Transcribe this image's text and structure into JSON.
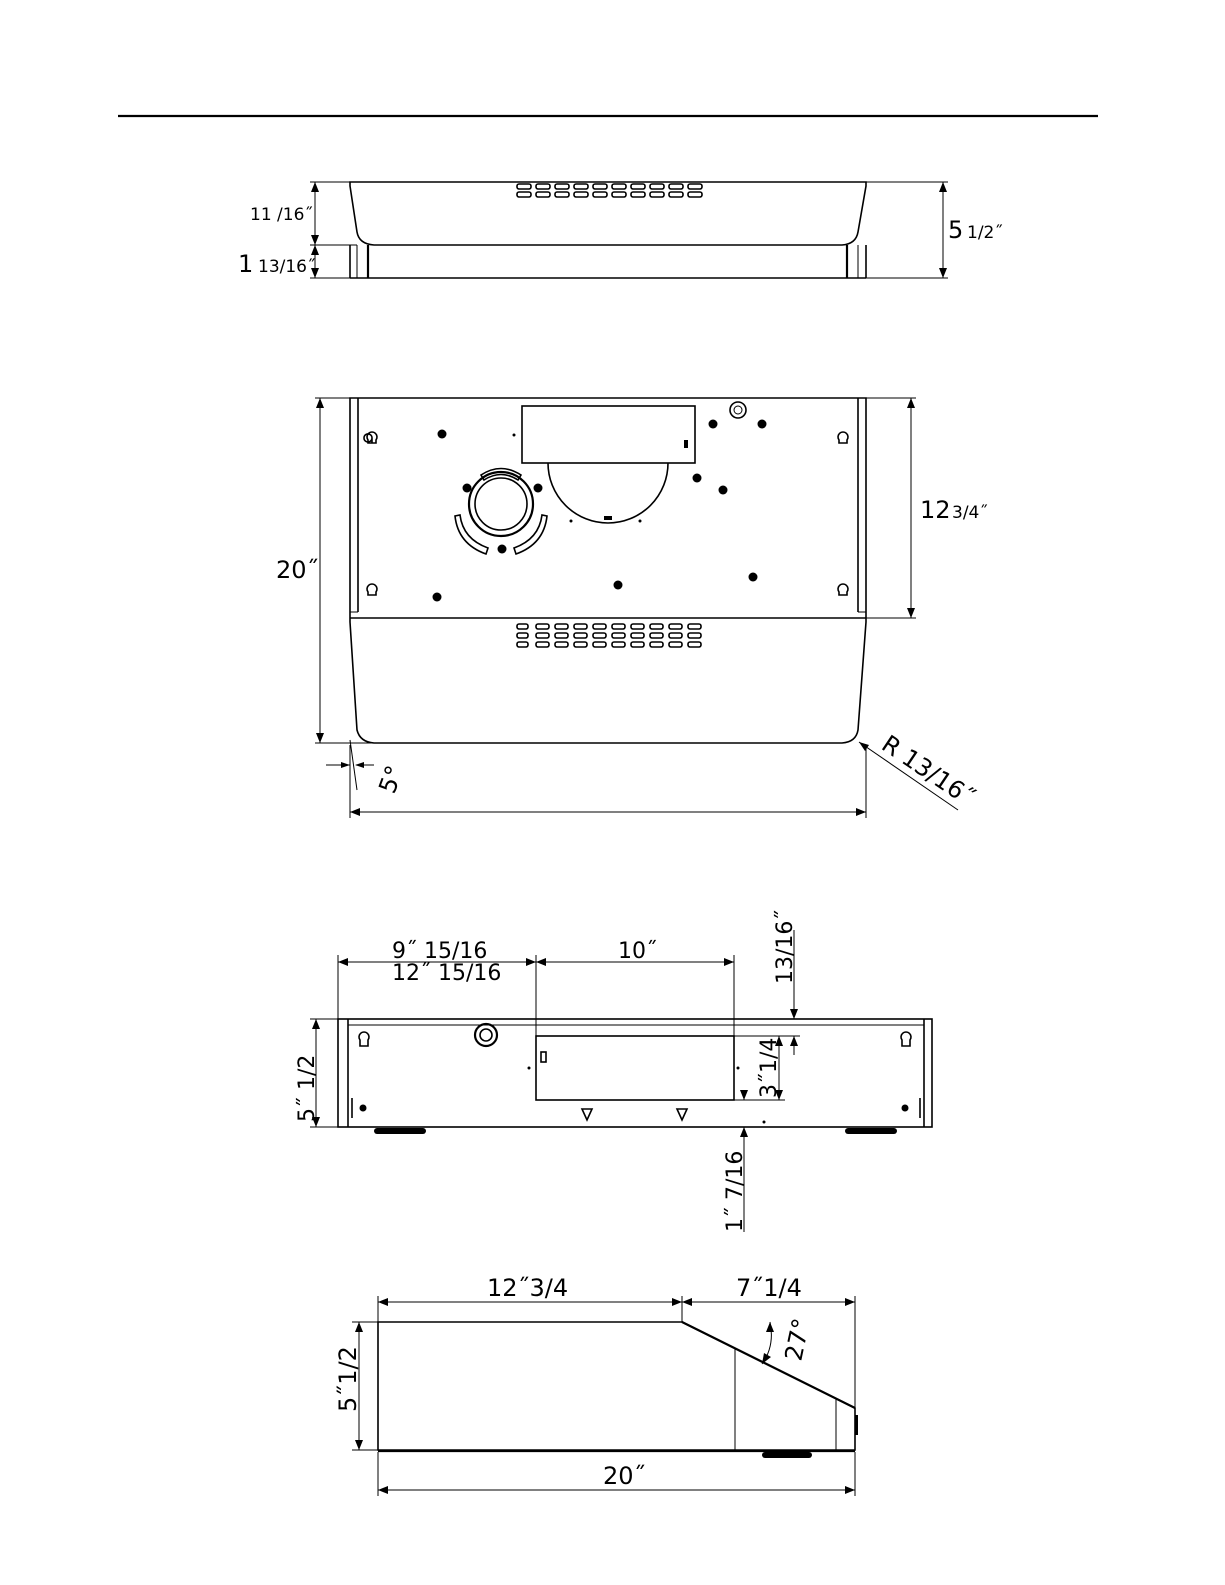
{
  "front_view": {
    "dim_top_height": "11 /16˝",
    "dim_bottom_height_whole": "1",
    "dim_bottom_height_frac": "13/16˝",
    "dim_total_height_whole": "5",
    "dim_total_height_frac": "1/2˝"
  },
  "bottom_view": {
    "dim_depth": "20˝",
    "dim_depth_partial_whole": "12",
    "dim_depth_partial_frac": "3/4˝",
    "dim_angle": "5°",
    "dim_radius": "R  13/16˝"
  },
  "rear_view": {
    "dim_offset_1": "9˝  15/16",
    "dim_offset_2": "12˝  15/16",
    "dim_width_cutout": "10˝",
    "dim_top_gap": "13/16˝",
    "dim_cutout_height": "3˝1/4",
    "dim_height": "5˝  1/2",
    "dim_bottom_gap": "1˝  7/16"
  },
  "side_view": {
    "dim_flat": "12˝3/4",
    "dim_slope": "7˝1/4",
    "dim_angle": "27°",
    "dim_height": "5˝1/2",
    "dim_total": "20˝"
  }
}
